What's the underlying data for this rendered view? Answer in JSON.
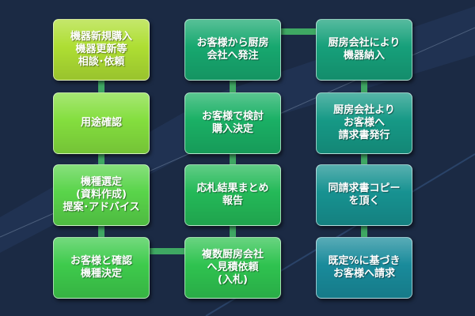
{
  "diagram": {
    "nodes": [
      {
        "id": "n1",
        "label": "機器新規購入\n機器更新等\n相談･依頼",
        "color": "#aede33"
      },
      {
        "id": "n2",
        "label": "用途確認",
        "color": "#84de3e"
      },
      {
        "id": "n3",
        "label": "機種選定\n(資料作成)\n提案･アドバイス",
        "color": "#59d44a"
      },
      {
        "id": "n4",
        "label": "お客様と確認\n機種決定",
        "color": "#3ecb4c"
      },
      {
        "id": "n5",
        "label": "複数厨房会社\nへ見積依頼\n(入札)",
        "color": "#2fc350"
      },
      {
        "id": "n6",
        "label": "応札結果まとめ\n報告",
        "color": "#24b958"
      },
      {
        "id": "n7",
        "label": "お客様で検討\n購入決定",
        "color": "#1ab065"
      },
      {
        "id": "n8",
        "label": "お客様から厨房\n会社へ発注",
        "color": "#17a86f"
      },
      {
        "id": "n9",
        "label": "厨房会社により\n機器納入",
        "color": "#16a07a"
      },
      {
        "id": "n10",
        "label": "厨房会社より\nお客様へ\n請求書発行",
        "color": "#169986"
      },
      {
        "id": "n11",
        "label": "同請求書コピー\nを頂く",
        "color": "#179291"
      },
      {
        "id": "n12",
        "label": "既定%に基づき\nお客様へ請求",
        "color": "#198b9b"
      }
    ],
    "connector_color": "#3fa863"
  }
}
